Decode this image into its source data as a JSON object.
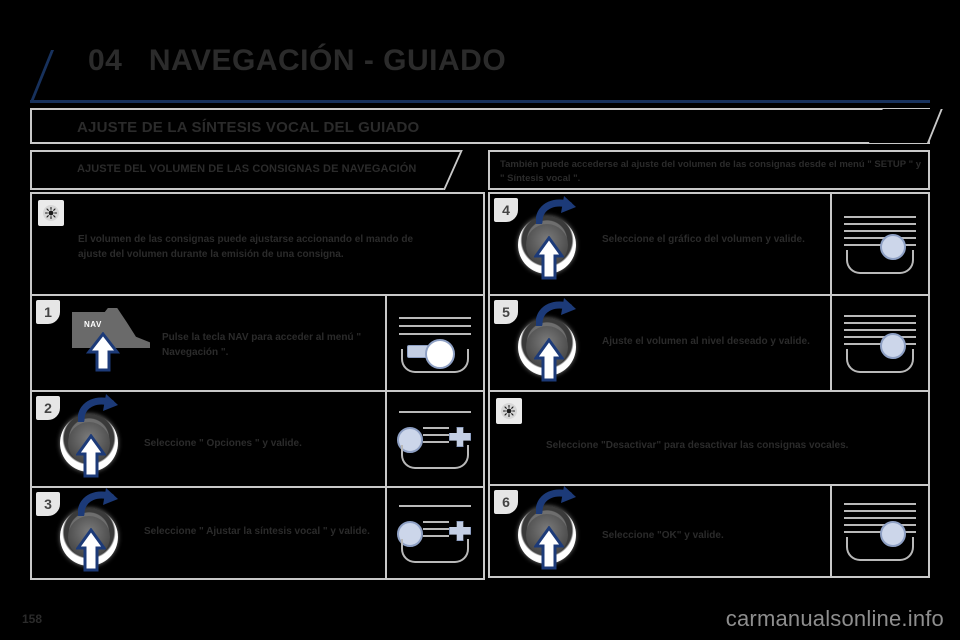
{
  "chapter": {
    "number": "04",
    "title": "NAVEGACIÓN - GUIADO",
    "accent_color": "#17315c"
  },
  "section": {
    "title": "AJUSTE DE LA SÍNTESIS VOCAL DEL GUIADO"
  },
  "intro": {
    "left_label": "AJUSTE DEL VOLUMEN DE LAS CONSIGNAS DE NAVEGACIÓN",
    "right_note": "También puede accederse al ajuste del volumen de las consignas desde el menú \" SETUP \" y \" Síntesis vocal \"."
  },
  "left_column": [
    {
      "kind": "hint",
      "icon": "lightbulb-icon",
      "text": "El volumen de las consignas puede ajustarse accionando el mando de ajuste del volumen durante la emisión de una consigna."
    },
    {
      "kind": "step",
      "badge": "1",
      "control": "nav-key",
      "control_label": "NAV",
      "text": "Pulse la tecla NAV para acceder al menú \" Navegación \".",
      "thumb": "radio-nav-key"
    },
    {
      "kind": "step",
      "badge": "2",
      "control": "rotary-knob",
      "text": "Seleccione \" Opciones \" y valide.",
      "thumb": "radio-screen-menu"
    },
    {
      "kind": "step",
      "badge": "3",
      "control": "rotary-knob",
      "text": "Seleccione \" Ajustar la síntesis vocal \" y valide.",
      "thumb": "radio-screen-menu"
    }
  ],
  "right_column": [
    {
      "kind": "step",
      "badge": "4",
      "control": "rotary-knob",
      "text": "Seleccione el gráfico del volumen y valide.",
      "thumb": "radio-screen-volume"
    },
    {
      "kind": "step",
      "badge": "5",
      "control": "rotary-knob",
      "text": "Ajuste el volumen al nivel deseado y valide.",
      "thumb": "radio-screen-volume"
    },
    {
      "kind": "hint",
      "icon": "lightbulb-icon",
      "text": "Seleccione \"Desactivar\" para desactivar las consignas vocales."
    },
    {
      "kind": "step",
      "badge": "6",
      "control": "rotary-knob",
      "text": "Seleccione \"OK\" y valide.",
      "thumb": "radio-screen-volume"
    }
  ],
  "footer": {
    "page_number": "158",
    "watermark": "carmanualsonline.info"
  }
}
